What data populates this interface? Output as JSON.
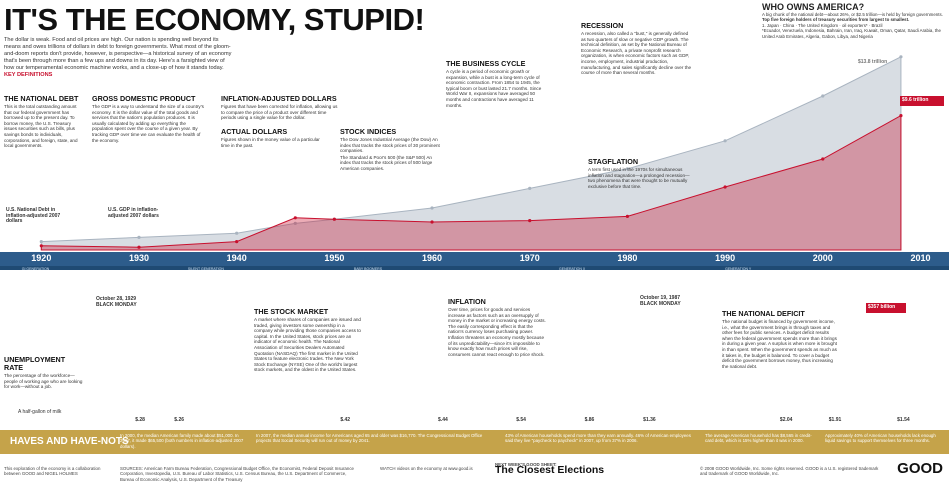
{
  "header": {
    "title": "IT'S THE ECONOMY, STUPID!",
    "intro": "The dollar is weak. Food and oil prices are high. Our nation is spending well beyond its means and owes trillions of dollars in debt to foreign governments. What most of the gloom-and-doom reports don't provide, however, is perspective—a historical survey of an economy that's been through more than a few ups and downs in its day. Here's a farsighted view of how our temperamental economic machine works, and a close-up of how it stands today.",
    "key_label": "KEY DEFINITIONS"
  },
  "sections": {
    "national_debt": {
      "title": "THE NATIONAL DEBT",
      "text": "This is the total outstanding amount that our federal government has borrowed up to the present day. To borrow money, the U.S. Treasury issues securities such as bills, plus savings bonds to individuals, corporations, and foreign, state, and local governments."
    },
    "gdp": {
      "title": "GROSS DOMESTIC PRODUCT",
      "text": "The GDP is a way to understand the size of a country's economy. It is the dollar value of the total goods and services that the nation's population produces. It is usually calculated by adding up everything the population spent over the course of a given year. By tracking GDP over time we can evaluate the health of the economy."
    },
    "inflation_adjusted": {
      "title": "INFLATION-ADJUSTED DOLLARS",
      "text": "Figures that have been corrected for inflation, allowing us to compare the price of a product over different time periods using a single value for the dollar."
    },
    "actual_dollars": {
      "title": "ACTUAL DOLLARS",
      "text": "Figures shown in the money value of a particular time in the past."
    },
    "stock_indices": {
      "title": "STOCK INDICES",
      "text1": "The Dow Jones Industrial Average (the Dow) An index that tracks the stock prices of 30 prominent companies.",
      "text2": "The Standard & Poor's 500 (the S&P 500) An index that tracks the stock prices of 500 large American companies."
    },
    "business_cycle": {
      "title": "THE BUSINESS CYCLE",
      "text": "A cycle is a period of economic growth or expansion, while a bust is a long-term cycle of economic contraction. From 1854 to 1945, the typical boom or bust lasted 21.7 months. Since World War II, expansions have averaged 50 months and contractions have averaged 11 months."
    },
    "recession": {
      "title": "RECESSION",
      "text": "A recession, also called a \"bust,\" is generally defined as two quarters of slow or negative GDP growth. The technical definition, as set by the National Bureau of Economic Research, a private nonprofit research organization, is when economic factors such as GDP, income, employment, industrial production, manufacturing, and sales significantly decline over the course of more than several months."
    },
    "stagflation": {
      "title": "STAGFLATION",
      "text": "A term first used in the 1970s for simultaneous inflation and stagnation—a prolonged recession—two phenomena that were thought to be mutually exclusive before that time."
    },
    "stock_market": {
      "title": "THE STOCK MARKET",
      "text": "A market where shares of companies are issued and traded, giving investors some ownership in a company while providing those companies access to capital. In the United States, stock prices are an indicator of economic health. The National Association of Securities Dealers Automated Quotation (NASDAQ) The first market in the United States to feature electronic trades. The New York Stock Exchange (NYSE) One of the world's largest stock markets, and the oldest in the United States."
    },
    "unemployment": {
      "title": "UNEMPLOYMENT RATE",
      "text": "The percentage of the workforce—people of working age who are looking for work—without a job."
    },
    "inflation": {
      "title": "INFLATION",
      "text": "Over time, prices for goods and services increase as factors such as an oversupply of money in the market or increasing energy costs. The easily corresponding effect is that the nation's currency loses purchasing power. Inflation threatens an economy mostly because of its unpredictability—since it's impossible to know exactly how much prices will rise, consumers cannot react enough to price shock."
    },
    "national_deficit": {
      "title": "THE NATIONAL DEFICIT",
      "text": "The national budget is financed by government income, i.e., what the government brings in through taxes and other fees for public services. A budget deficit results when the federal government spends more than it brings in during a given year. A surplus is when more is brought in than spent. When the government spends as much as it takes in, the budget is balanced. To cover a budget deficit the government borrows money, thus increasing the national debt."
    }
  },
  "who_owns": {
    "title": "WHO OWNS AMERICA?",
    "text": "A big chunk of the national debt—about 26%, or $2.5 trillion—is held by foreign governments.",
    "sub": "Top five foreign holders of treasury securities from largest to smallest.",
    "list": "1. Japan · China · The United Kingdom · oil exporters* · Brazil",
    "note": "*Ecuador, Venezuela, Indonesia, Bahrain, Iran, Iraq, Kuwait, Oman, Qatar, Saudi Arabia, the United Arab Emirates, Algeria, Gabon, Libya, and Nigeria"
  },
  "timeline": {
    "years": [
      "1920",
      "1930",
      "1940",
      "1950",
      "1960",
      "1970",
      "1980",
      "1990",
      "2000",
      "2010"
    ],
    "generations": [
      "GI GENERATION",
      "SILENT GENERATION",
      "BABY BOOMERS",
      "GENERATION X",
      "GENERATION Y"
    ]
  },
  "annotations": {
    "debt_start": "U.S. National Debt in inflation-adjusted 2007 dollars",
    "gdp_label": "U.S. GDP in inflation-adjusted 2007 dollars",
    "debt_2008": "$9.6 trillion",
    "gdp_2008": "$13.8 trillion",
    "crash_1929": "October 28, 1929 BLACK MONDAY",
    "crash_1987": "October 19, 1987 BLACK MONDAY",
    "deficit_2008": "$357 billion",
    "milk": "A half-gallon of milk"
  },
  "milk_prices": [
    "$.28",
    "$.26",
    "$.42",
    "$.44",
    "$.54",
    "$.86",
    "$1.36",
    "$2.04",
    "$1.91",
    "$1.54"
  ],
  "haves": {
    "label": "HAVES AND HAVE-NOTS",
    "items": [
      "In 2000, the median American family made about $51,000. In 2007, it made $65,500 (both numbers in inflation-adjusted 2007 dollars).",
      "In 2007, the median annual income for Americans aged 65 and older was $16,770. The Congressional Budget Office projects that Social Security will run out of money by 2041.",
      "43% of American households spend more than they earn annually. 46% of American employees said they live \"paycheck to paycheck\" in 2007, up from 37% in 2006.",
      "The average American household has $8,565 in credit-card debt, which is 15% higher than it was in 2000.",
      "Approximately 40% of American households lack enough liquid savings to support themselves for three months."
    ]
  },
  "footer": {
    "credit": "This exploration of the economy is a collaboration between GOOD and NIGEL HOLMES",
    "sources": "SOURCES: American Farm Bureau Federation, Congressional Budget Office, the Economist, Federal Deposit Insurance Corporation, Investopedia, U.S. Bureau of Labor Statistics, U.S. Census Bureau, the U.S. Department of Commerce, Bureau of Economic Analysis, U.S. Department of the Treasury",
    "watch": "WATCH videos on the economy at www.good.is",
    "next": "NEXT WEEK'S GOOD SHEET:",
    "next_title": "The Closest Elections",
    "copyright": "© 2008 GOOD Worldwide, Inc. Some rights reserved. GOOD is a U.S. registered trademark and trademark of GOOD Worldwide, Inc.",
    "brand": "GOOD"
  },
  "colors": {
    "accent": "#c8102e",
    "timeline": "#2d5c8b",
    "gdp": "#a9b4c0",
    "haves": "#c5a34a"
  },
  "chart_data": {
    "type": "area",
    "x": [
      1920,
      1930,
      1940,
      1946,
      1950,
      1960,
      1970,
      1980,
      1990,
      2000,
      2008
    ],
    "series": [
      {
        "name": "U.S. GDP",
        "values": [
          0.6,
          0.9,
          1.2,
          1.9,
          2.2,
          3.0,
          4.4,
          5.8,
          7.8,
          11.0,
          13.8
        ]
      },
      {
        "name": "U.S. National Debt",
        "values": [
          0.3,
          0.2,
          0.6,
          2.3,
          2.2,
          2.0,
          2.1,
          2.4,
          4.5,
          6.5,
          9.6
        ]
      }
    ],
    "xlim": [
      1917,
      2012
    ],
    "ylim": [
      0,
      15
    ],
    "unit": "trillion dollars (inflation-adjusted 2007)"
  }
}
